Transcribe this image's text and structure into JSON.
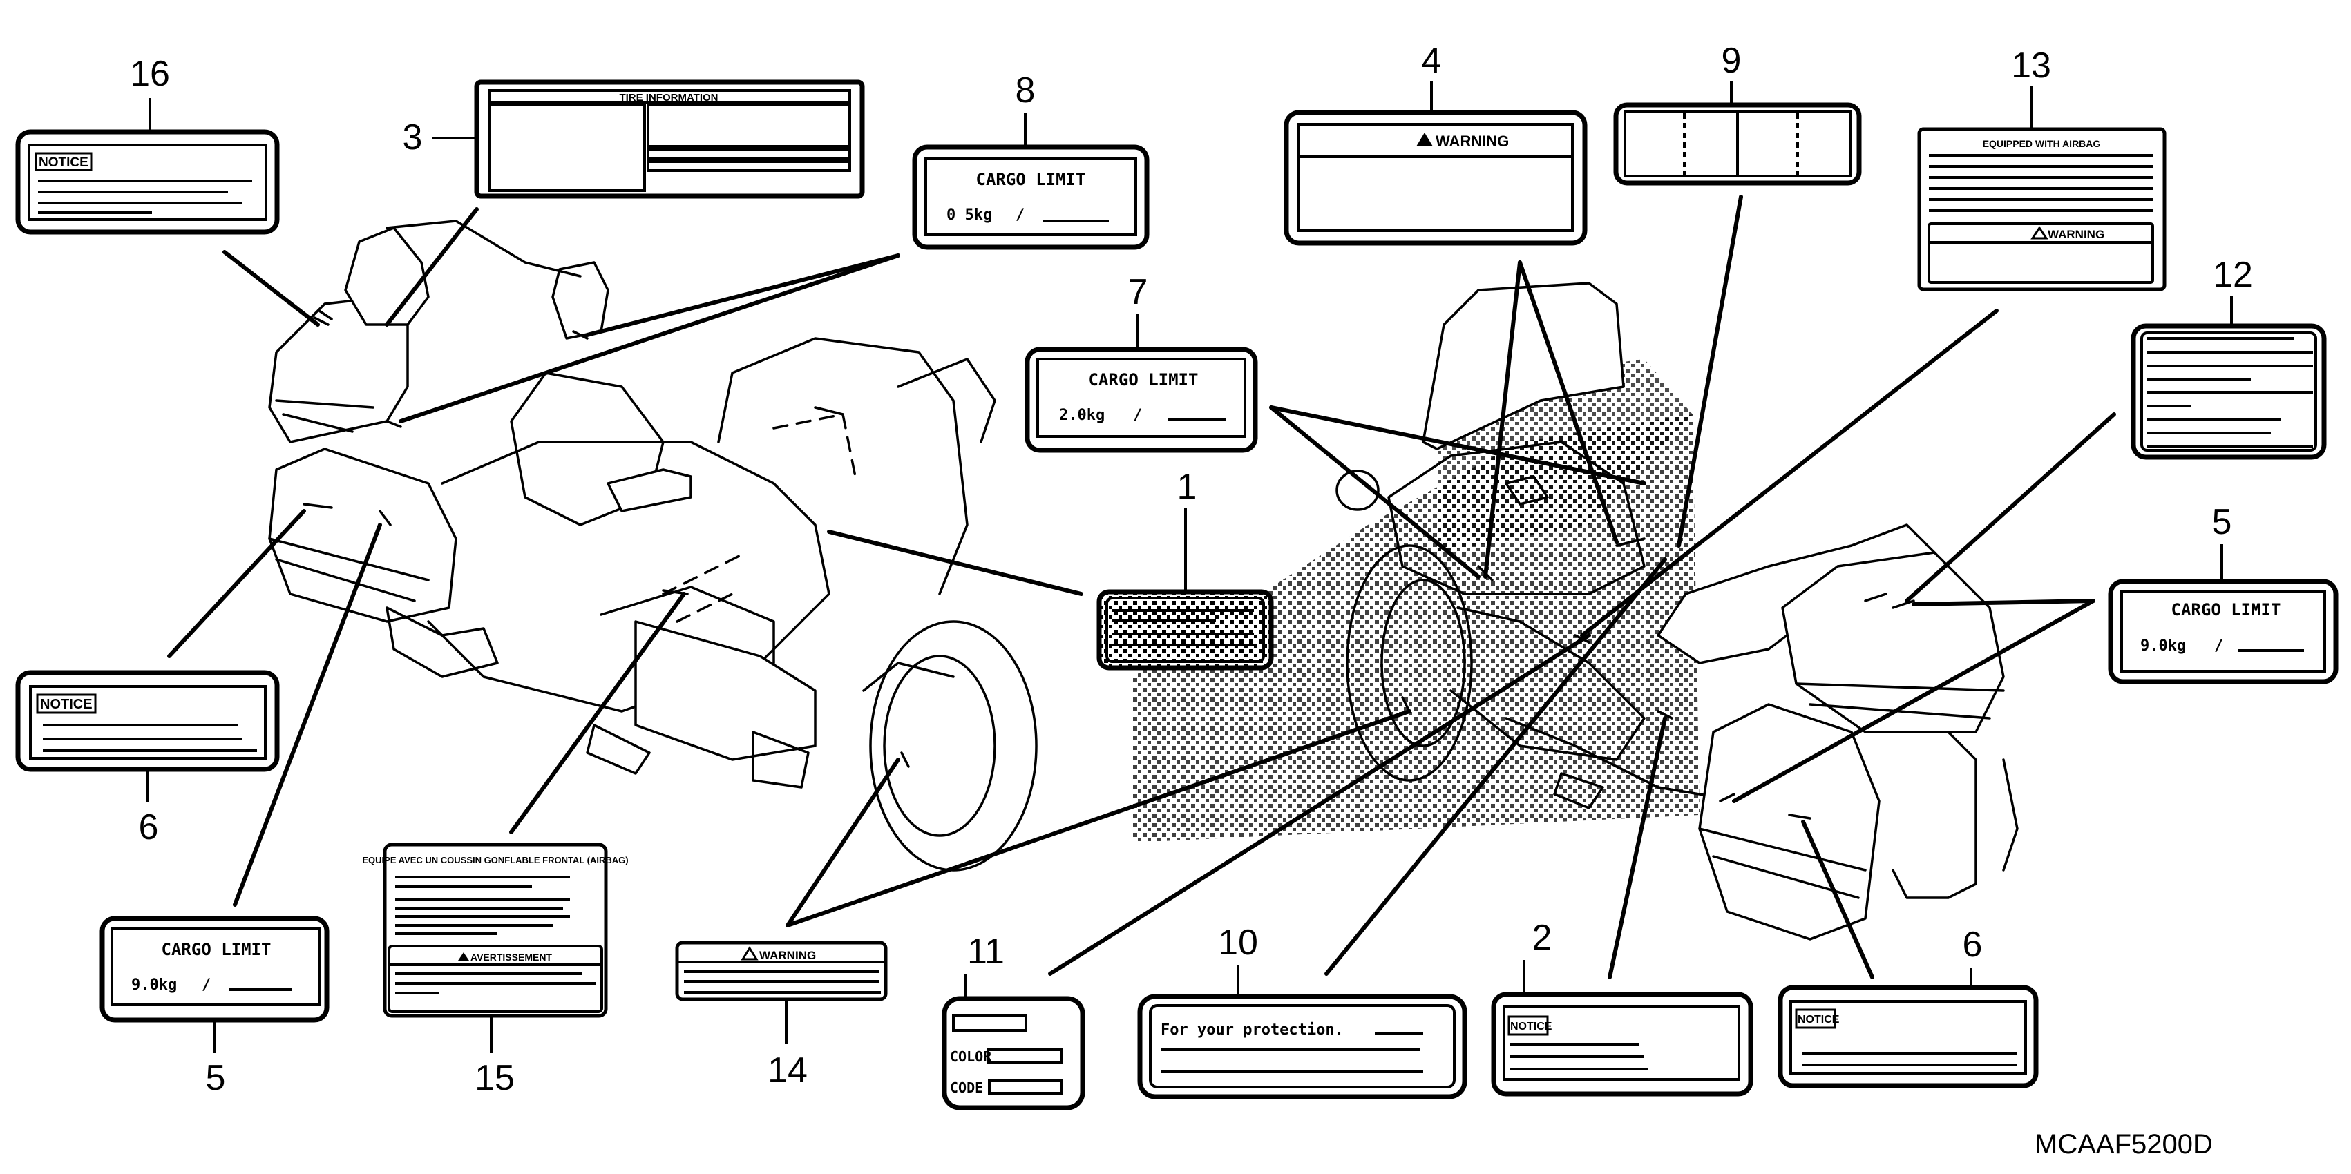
{
  "diagram": {
    "title_code": "MCAAF5200D",
    "callouts": [
      {
        "id": "16",
        "number": "16",
        "badge": "NOTICE"
      },
      {
        "id": "3",
        "number": "3",
        "title": "TIRE INFORMATION"
      },
      {
        "id": "8",
        "number": "8",
        "heading": "CARGO LIMIT",
        "value": "0 5kg",
        "separator": "/"
      },
      {
        "id": "4",
        "number": "4",
        "heading": "WARNING",
        "icon": "warning-triangle-filled"
      },
      {
        "id": "9",
        "number": "9"
      },
      {
        "id": "13",
        "number": "13",
        "title": "EQUIPPED WITH AIRBAG",
        "warning": "WARNING",
        "icon": "warning-triangle-outline"
      },
      {
        "id": "12",
        "number": "12"
      },
      {
        "id": "7",
        "number": "7",
        "heading": "CARGO LIMIT",
        "value": "2.0kg",
        "separator": "/"
      },
      {
        "id": "1",
        "number": "1"
      },
      {
        "id": "5a",
        "number": "5",
        "heading": "CARGO LIMIT",
        "value": "9.0kg",
        "separator": "/"
      },
      {
        "id": "6a",
        "number": "6",
        "badge": "NOTICE"
      },
      {
        "id": "5b",
        "number": "5",
        "heading": "CARGO LIMIT",
        "value": "9.0kg",
        "separator": "/"
      },
      {
        "id": "15",
        "number": "15",
        "title": "EQUIPE AVEC UN COUSSIN GONFLABLE FRONTAL (AIRBAG)",
        "warning": "AVERTISSEMENT",
        "icon": "warning-triangle-outline"
      },
      {
        "id": "14",
        "number": "14",
        "heading": "WARNING",
        "icon": "warning-triangle-outline"
      },
      {
        "id": "11",
        "number": "11",
        "fields": [
          "COLOR",
          "CODE"
        ]
      },
      {
        "id": "10",
        "number": "10",
        "text": "For your protection."
      },
      {
        "id": "2",
        "number": "2",
        "badge": "NOTICE"
      },
      {
        "id": "6b",
        "number": "6",
        "badge": "NOTICE"
      }
    ]
  }
}
